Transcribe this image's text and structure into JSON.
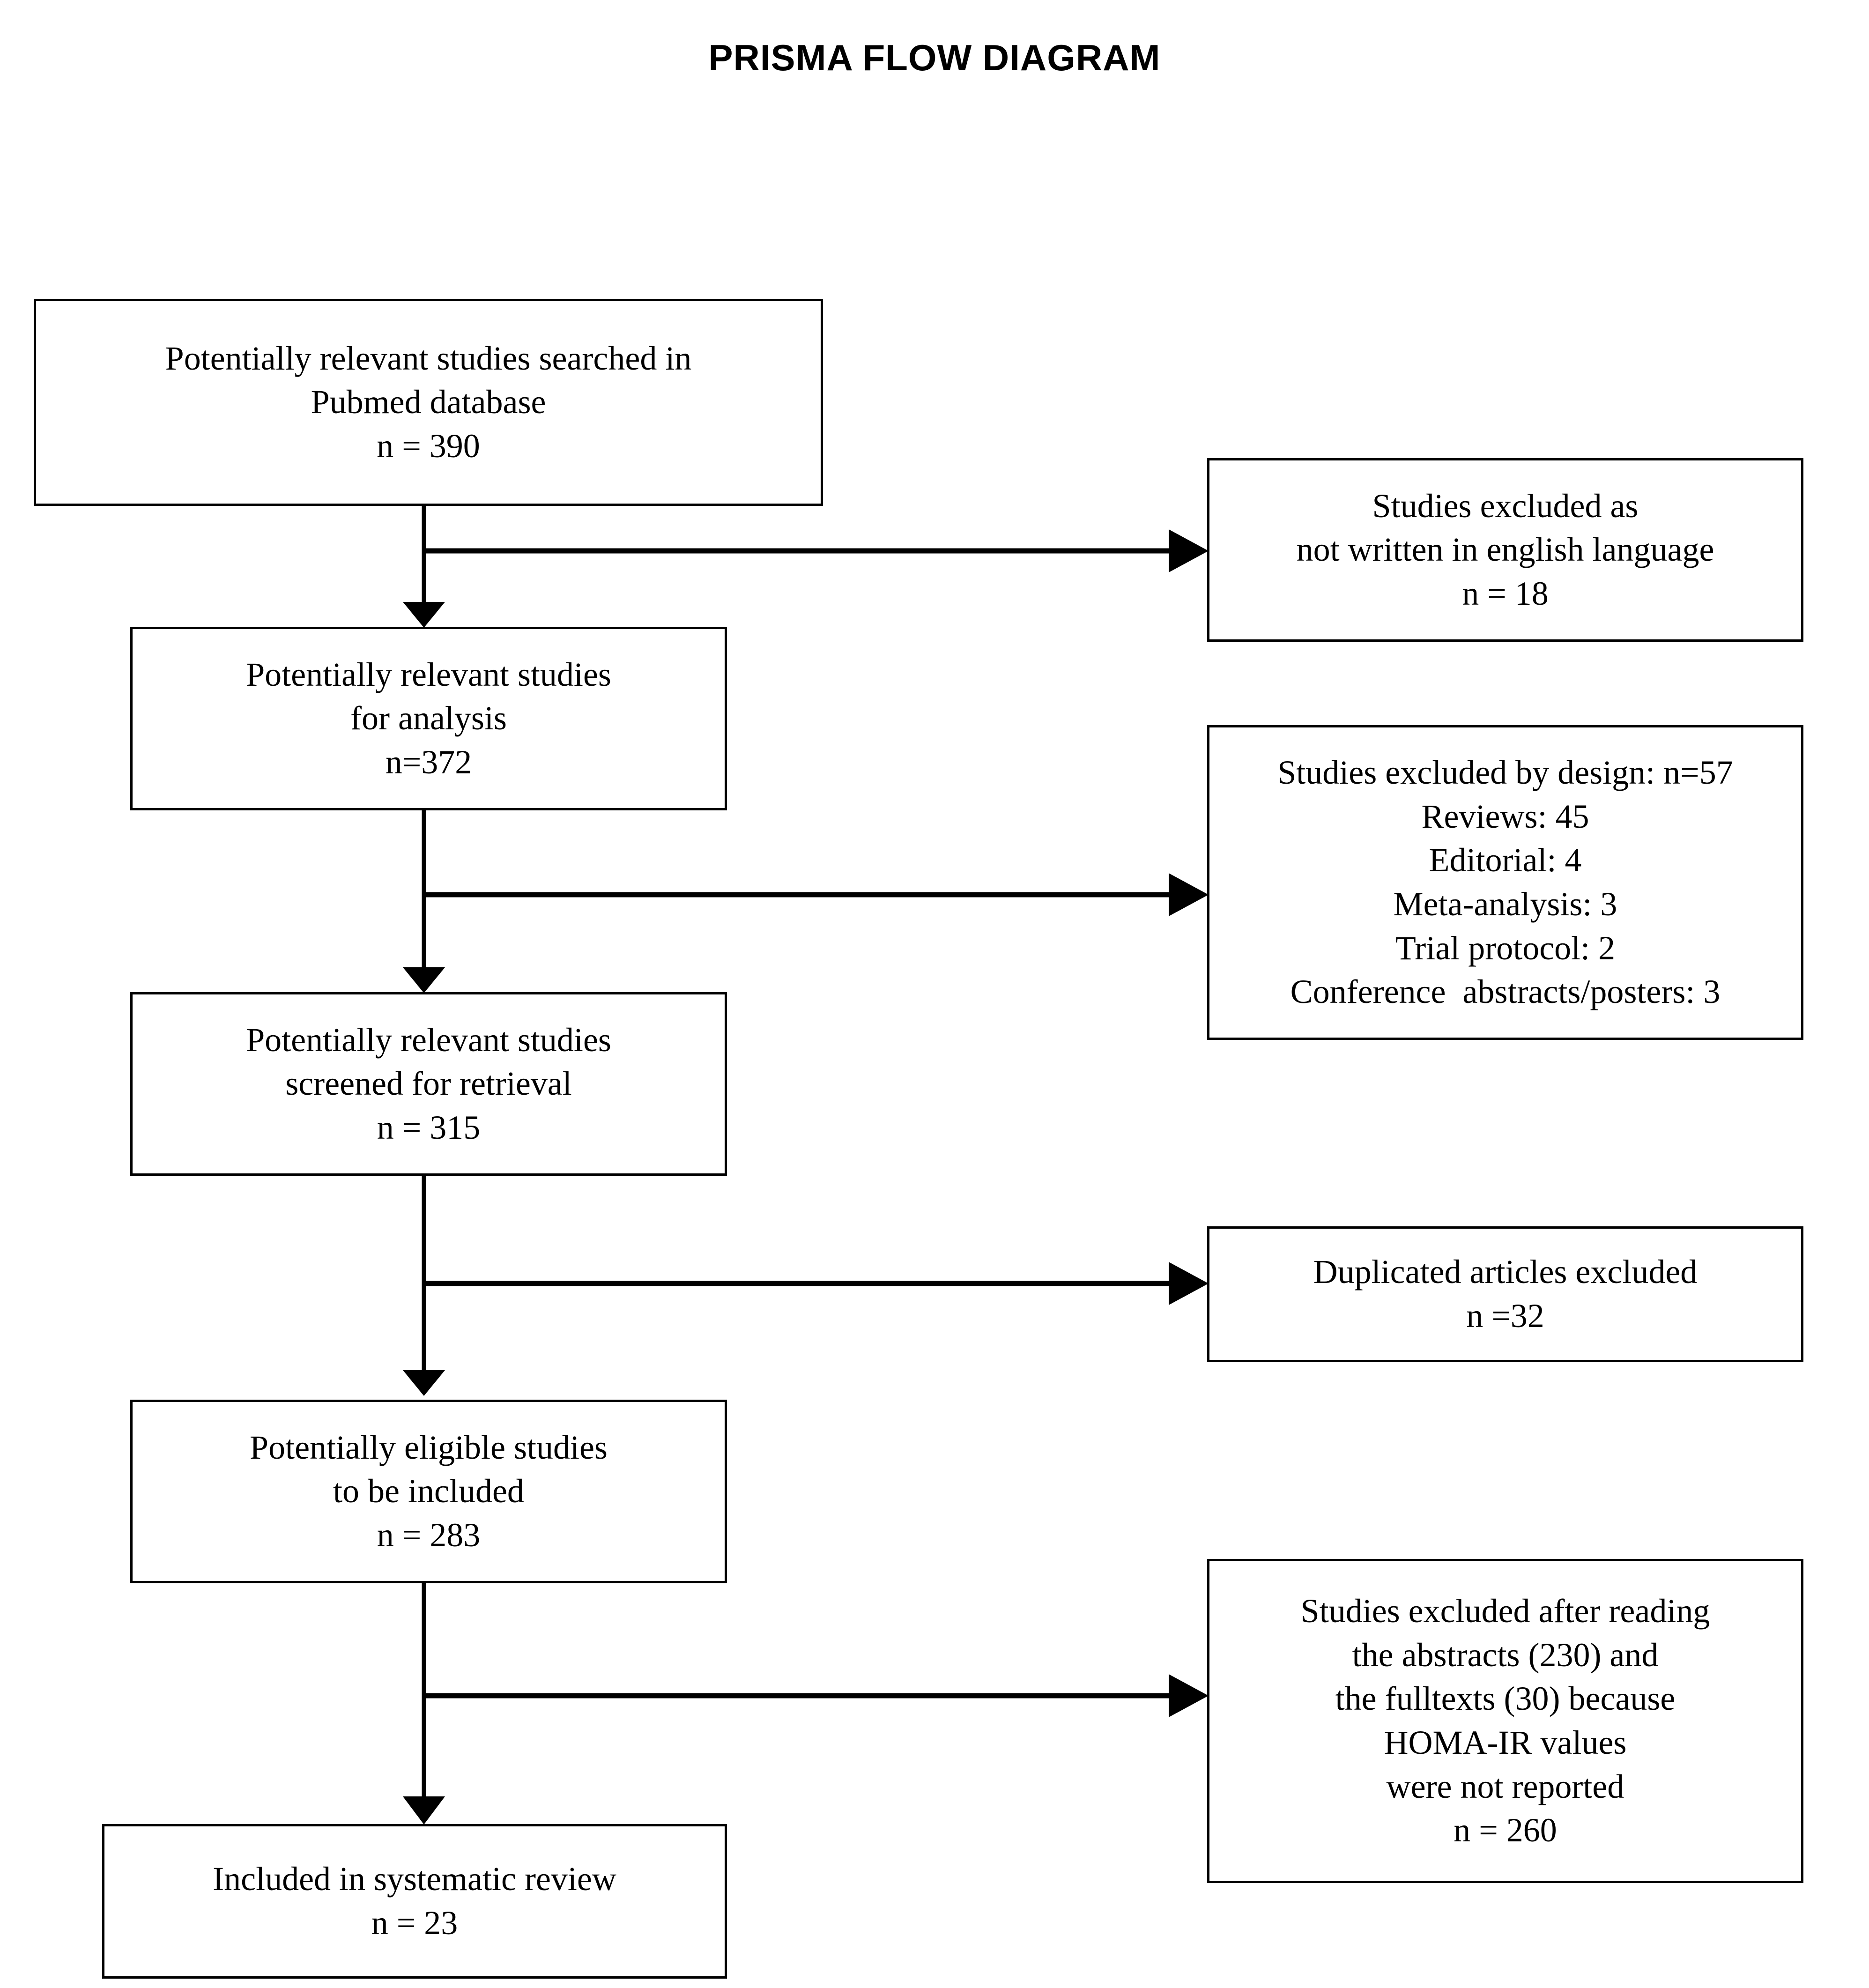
{
  "title": "PRISMA FLOW DIAGRAM",
  "colors": {
    "background": "#ffffff",
    "box_border": "#000000",
    "text": "#000000",
    "connector": "#000000"
  },
  "nodes": {
    "identification": {
      "id": "potentially-relevant-searched",
      "lines": [
        "Potentially relevant studies searched in",
        "Pubmed database",
        "n = 390"
      ],
      "count_label": "n = 390",
      "count": 390
    },
    "excluded_language": {
      "id": "studies-excluded-not-english",
      "lines": [
        "Studies excluded as",
        "not written in english language",
        "n = 18"
      ],
      "count_label": "n = 18",
      "count": 18
    },
    "for_analysis": {
      "id": "potentially-relevant-for-analysis",
      "lines": [
        "Potentially relevant studies",
        "for analysis",
        "n=372"
      ],
      "count_label": "n=372",
      "count": 372
    },
    "excluded_design": {
      "id": "studies-excluded-by-design",
      "lines": [
        "Studies excluded by design: n=57",
        "Reviews: 45",
        "Editorial: 4",
        "Meta-analysis: 3",
        "Trial protocol: 2",
        "Conference  abstracts/posters: 3"
      ],
      "count_label": "n=57",
      "count": 57,
      "breakdown": [
        {
          "label": "Reviews",
          "value": 45
        },
        {
          "label": "Editorial",
          "value": 4
        },
        {
          "label": "Meta-analysis",
          "value": 3
        },
        {
          "label": "Trial protocol",
          "value": 2
        },
        {
          "label": "Conference  abstracts/posters",
          "value": 3
        }
      ]
    },
    "screened": {
      "id": "potentially-relevant-screened",
      "lines": [
        "Potentially relevant studies",
        "screened for retrieval",
        "n = 315"
      ],
      "count_label": "n = 315",
      "count": 315
    },
    "excluded_duplicates": {
      "id": "duplicated-articles-excluded",
      "lines": [
        "Duplicated articles excluded",
        "n =32"
      ],
      "count_label": "n =32",
      "count": 32
    },
    "eligible": {
      "id": "potentially-eligible-studies",
      "lines": [
        "Potentially eligible studies",
        "to be included",
        "n = 283"
      ],
      "count_label": "n = 283",
      "count": 283
    },
    "excluded_reading": {
      "id": "studies-excluded-after-reading",
      "lines": [
        "Studies excluded after reading",
        "the abstracts (230) and",
        "the fulltexts (30) because",
        "HOMA-IR values",
        "were not reported",
        "n = 260"
      ],
      "count_label": "n = 260",
      "count": 260,
      "abstracts_excluded": 230,
      "fulltexts_excluded": 30
    },
    "included": {
      "id": "included-in-systematic-review",
      "lines": [
        "Included in systematic review",
        "n = 23"
      ],
      "count_label": "n = 23",
      "count": 23
    }
  },
  "chart_data": {
    "type": "diagram",
    "title": "PRISMA FLOW DIAGRAM",
    "flow": [
      {
        "stage": "Potentially relevant studies searched in Pubmed database",
        "n": 390
      },
      {
        "stage": "Potentially relevant studies for analysis",
        "n": 372
      },
      {
        "stage": "Potentially relevant studies screened for retrieval",
        "n": 315
      },
      {
        "stage": "Potentially eligible studies to be included",
        "n": 283
      },
      {
        "stage": "Included in systematic review",
        "n": 23
      }
    ],
    "exclusions": [
      {
        "reason": "Studies excluded as not written in english language",
        "n": 18
      },
      {
        "reason": "Studies excluded by design",
        "n": 57
      },
      {
        "reason": "Duplicated articles excluded",
        "n": 32
      },
      {
        "reason": "Studies excluded after reading the abstracts (230) and the fulltexts (30) because HOMA-IR values were not reported",
        "n": 260
      }
    ]
  }
}
